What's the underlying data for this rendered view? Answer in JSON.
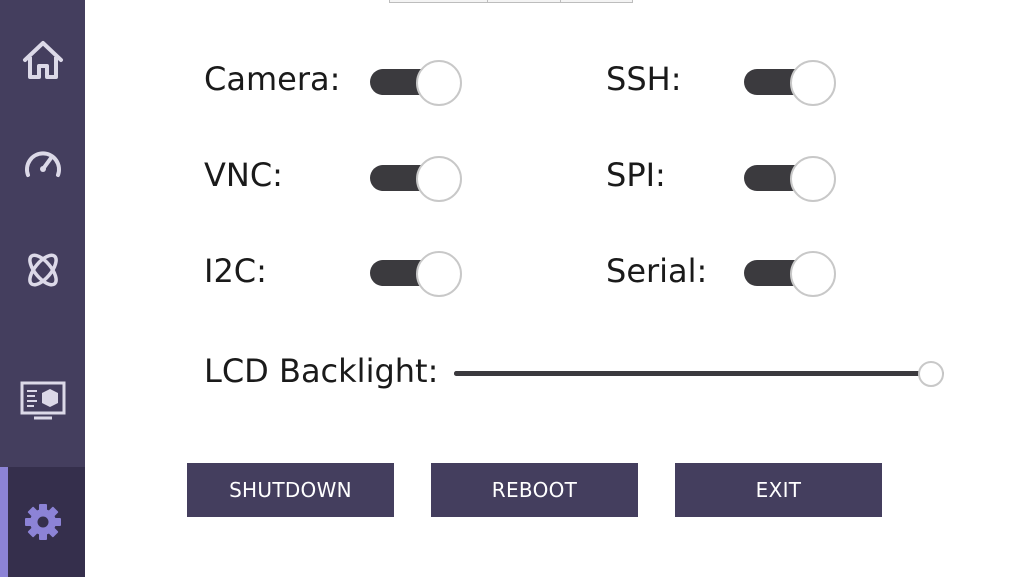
{
  "sidebar": {
    "items": [
      {
        "icon": "home-icon",
        "active": false
      },
      {
        "icon": "gauge-icon",
        "active": false
      },
      {
        "icon": "orbit-icon",
        "active": false
      },
      {
        "icon": "display-panel-icon",
        "active": false
      },
      {
        "icon": "gear-icon",
        "active": true
      }
    ],
    "colors": {
      "background": "#443e5e",
      "active_background": "#352f4c",
      "active_indicator": "#8c83d6"
    }
  },
  "settings": {
    "toggles": [
      {
        "label": "Camera:",
        "on": true
      },
      {
        "label": "SSH:",
        "on": true
      },
      {
        "label": "VNC:",
        "on": true
      },
      {
        "label": "SPI:",
        "on": true
      },
      {
        "label": "I2C:",
        "on": true
      },
      {
        "label": "Serial:",
        "on": true
      }
    ],
    "backlight": {
      "label": "LCD Backlight:",
      "value_fraction": 1.0
    }
  },
  "buttons": {
    "shutdown": "SHUTDOWN",
    "reboot": "REBOOT",
    "exit": "EXIT"
  },
  "colors": {
    "button": "#443e5e",
    "toggle_track": "#3b3a3e"
  }
}
